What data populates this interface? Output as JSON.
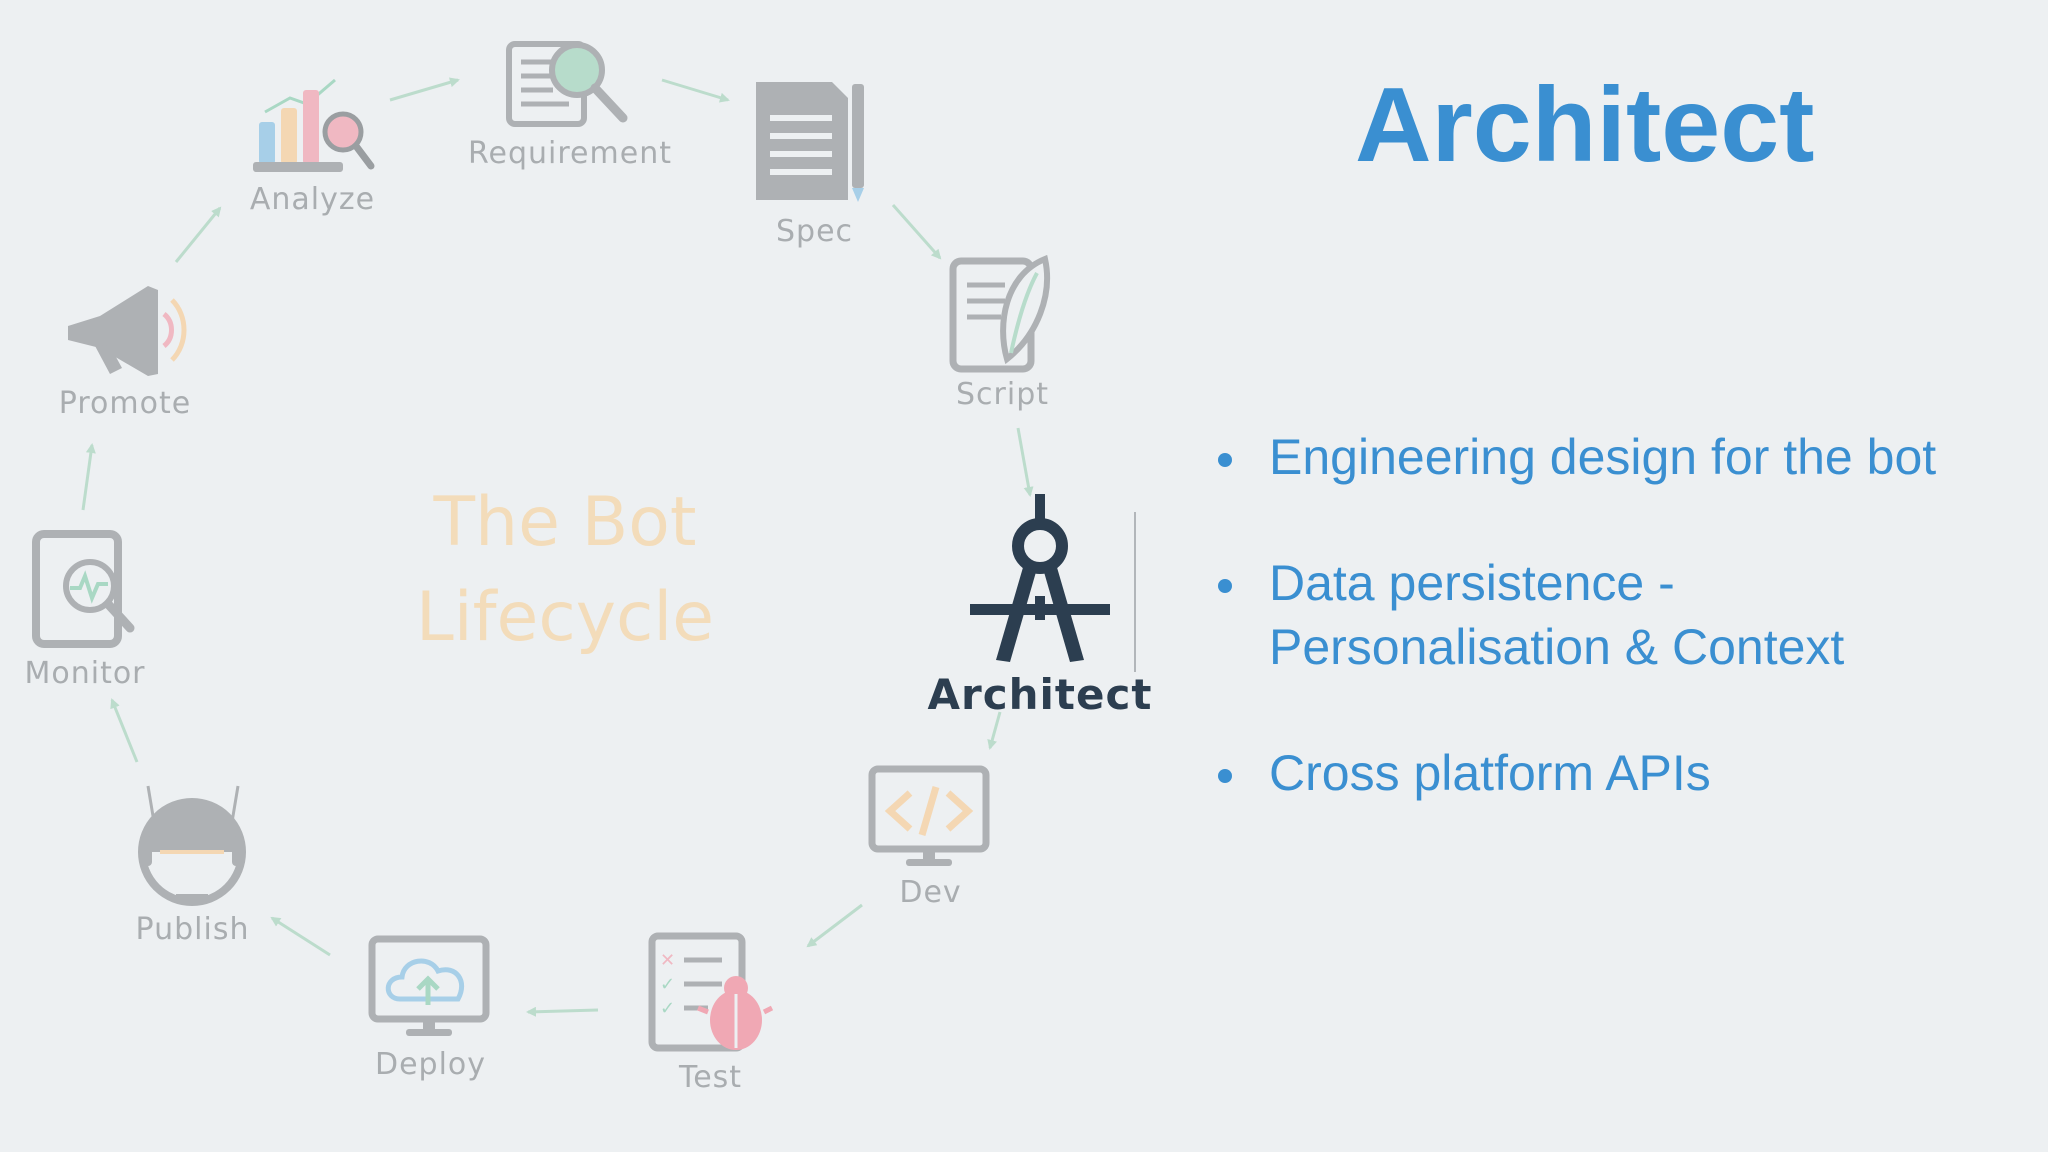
{
  "title": "Architect",
  "center_label": {
    "line1": "The Bot",
    "line2": "Lifecycle"
  },
  "lifecycle": {
    "analyze": "Analyze",
    "requirement": "Requirement",
    "spec": "Spec",
    "script": "Script",
    "architect": "Architect",
    "dev": "Dev",
    "test": "Test",
    "deploy": "Deploy",
    "publish": "Publish",
    "monitor": "Monitor",
    "promote": "Promote"
  },
  "bullets": [
    "Engineering design for the bot",
    "Data persistence - Personalisation & Context",
    "Cross platform APIs"
  ],
  "colors": {
    "title": "#3a8fd1",
    "active": "#2c3e50",
    "inactive": "#a9adb0",
    "arrow": "#bcdccc",
    "center_label": "#f3dcba",
    "background": "#edf0f2"
  }
}
